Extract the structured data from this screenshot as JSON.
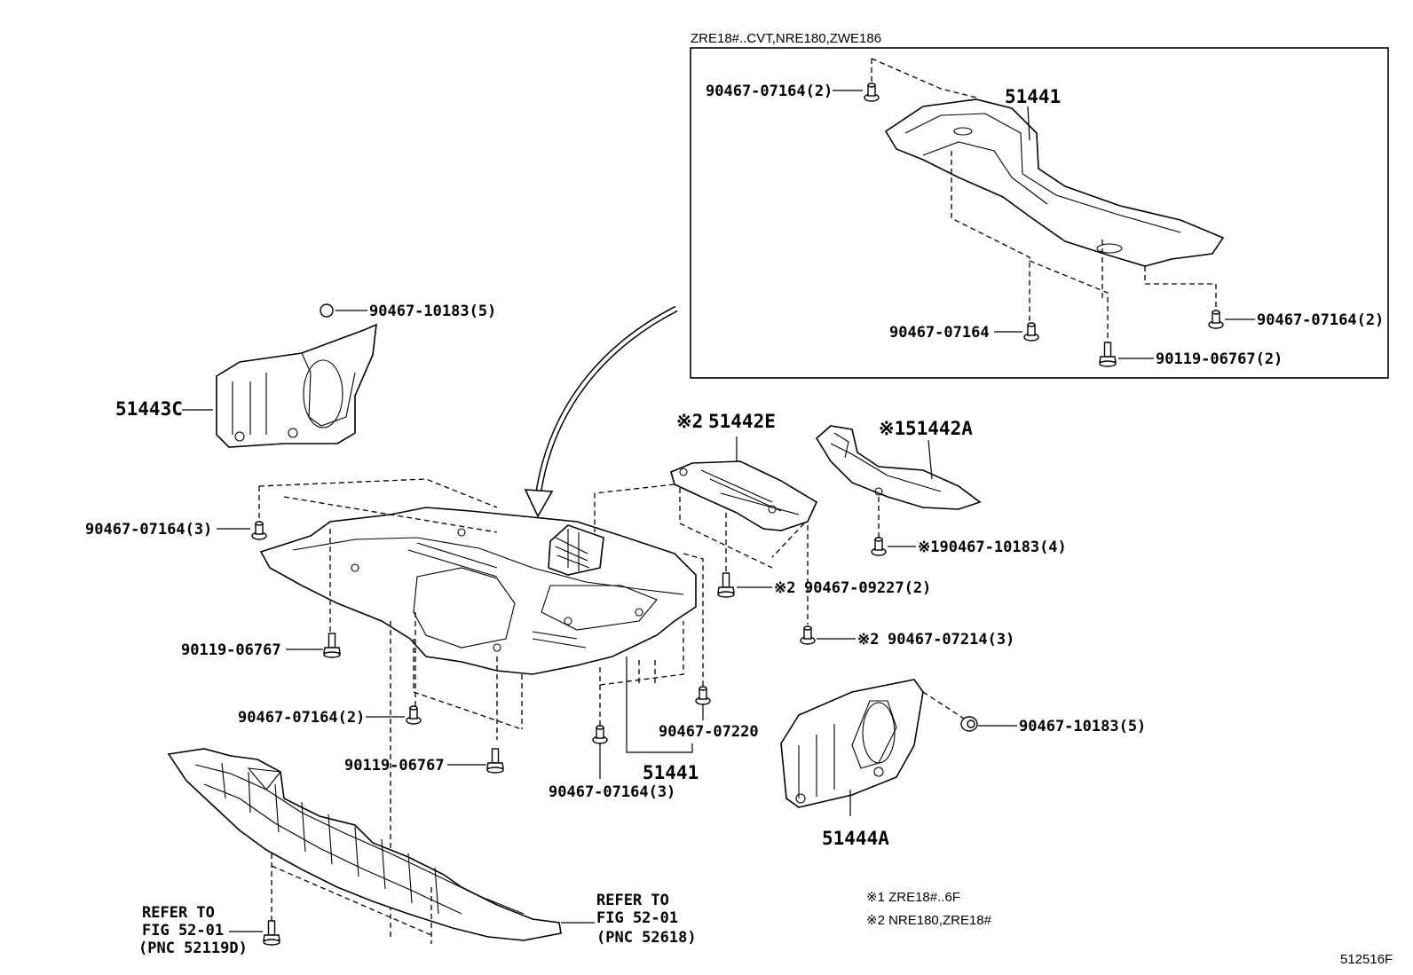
{
  "inset": {
    "title": "ZRE18#..CVT,NRE180,ZWE186",
    "part_main": "51441",
    "fasteners": {
      "top_left": "90467-07164(2)",
      "bottom_center": "90467-07164",
      "bottom_bolt": "90119-06767(2)",
      "right": "90467-07164(2)"
    }
  },
  "parts": {
    "fender_liner_left": "51443C",
    "cover_e_mark": "※2",
    "cover_e": "51442E",
    "cover_a_mark": "※1",
    "cover_a": "51442A",
    "under_cover_main": "51441",
    "fender_liner_right": "51444A"
  },
  "fasteners": {
    "clip_top_left": "90467-10183(5)",
    "clip_left_upper": "90467-07164(3)",
    "bolt_left": "90119-06767",
    "clip_left_lower": "90467-07164(2)",
    "bolt_lower": "90119-06767",
    "clip_bottom": "90467-07164(3)",
    "clip_center": "90467-07220",
    "cover_a_clip": "※190467-10183(4)",
    "cover_e_clip_mark": "※2",
    "cover_e_clip": "90467-09227(2)",
    "cover_e_clip2_mark": "※2",
    "cover_e_clip2": "90467-07214(3)",
    "clip_right": "90467-10183(5)"
  },
  "refer_left": {
    "line1": "REFER TO",
    "line2": "FIG 52-01",
    "line3": "(PNC 52119D)"
  },
  "refer_right": {
    "line1": "REFER TO",
    "line2": "FIG 52-01",
    "line3": "(PNC 52618)"
  },
  "notes": {
    "note1": "※1 ZRE18#..6F",
    "note2": "※2 NRE180,ZRE18#"
  },
  "figure_code": "512516F"
}
